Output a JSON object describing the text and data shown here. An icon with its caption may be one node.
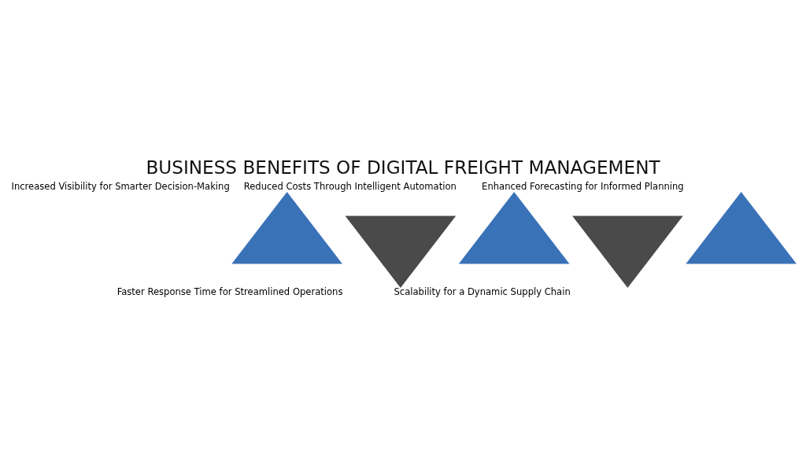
{
  "diagram": {
    "title": "BUSINESS BENEFITS OF DIGITAL FREIGHT MANAGEMENT",
    "nodes": [
      {
        "text": [
          "Increased Visibility for Smarter Decision-Making"
        ]
      },
      {
        "text": [
          "Faster Response Time for Streamlined Operations"
        ]
      },
      {
        "text": [
          "Reduced Costs Through Intelligent Automation"
        ]
      },
      {
        "text": [
          "Scalability for a Dynamic Supply Chain"
        ]
      },
      {
        "text": [
          "Enhanced Forecasting for Informed Planning"
        ]
      }
    ],
    "edges": []
  }
}
